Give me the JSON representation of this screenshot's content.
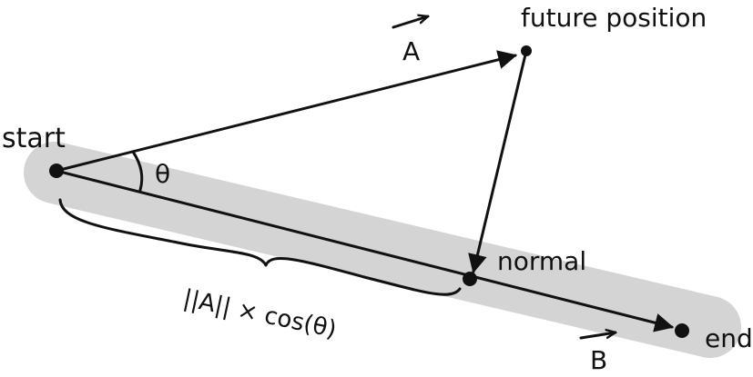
{
  "labels": {
    "start": "start",
    "future_position": "future position",
    "normal": "normal",
    "end": "end",
    "theta": "θ",
    "magnitude_expression": "||A|| × cos(θ)"
  },
  "vectors": {
    "a": "A",
    "b": "B"
  },
  "colors": {
    "ink": "#111111",
    "path_band": "#d4d4d4",
    "background": "#ffffff"
  }
}
